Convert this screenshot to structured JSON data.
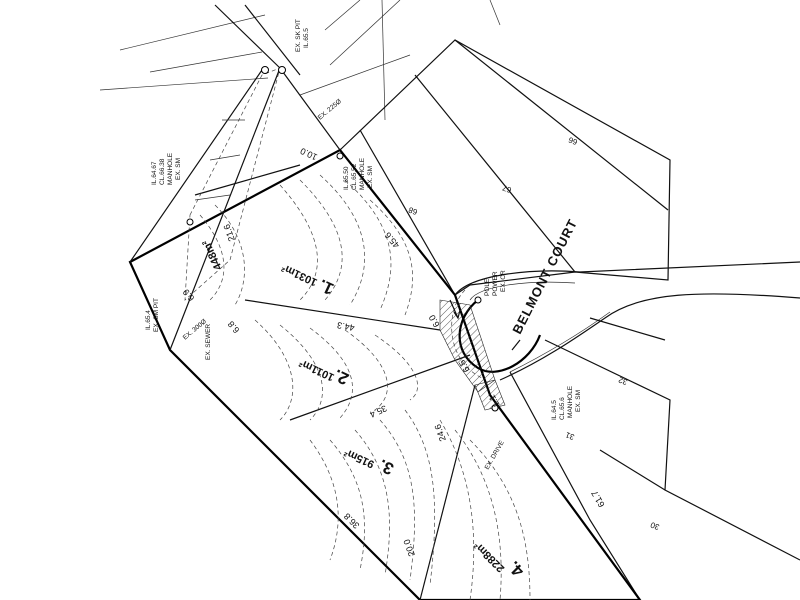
{
  "road_name": "BELMONT COURT",
  "lots": [
    {
      "number": "1.",
      "area": "1031m²"
    },
    {
      "number": "2.",
      "area": "1011m²"
    },
    {
      "number": "3.",
      "area": "915m²"
    },
    {
      "number": "4.",
      "area": "2288m²"
    }
  ],
  "easement_area": "448m²",
  "adjacent_lots": [
    "66",
    "67",
    "68",
    "32",
    "31",
    "30"
  ],
  "dimensions": {
    "d_10_0": "10.0",
    "d_45_6": "45.6",
    "d_44_3": "44.3",
    "d_35_4": "35.4",
    "d_36_8": "36.8",
    "d_6_0": "6.0",
    "d_61_7": "61.7",
    "d_24_6": "24.6",
    "d_20_0": "20.0",
    "d_6_8": "6.8",
    "d_6_5": "6.5",
    "d_1_1": "1.1",
    "d_21_6": "21.6",
    "d_6_9": "6.9"
  },
  "notes": {
    "sk_pit_top_1": "EX. SK PIT",
    "sk_pit_top_2": "IL.65.5",
    "ex_225": "EX. 225Ø",
    "mh_mid_1": "EX. SM",
    "mh_mid_2": "MANHOLE",
    "mh_mid_3": "CL.65.52",
    "mh_mid_4": "IL.65.50",
    "mh_left_1": "EX. SM",
    "mh_left_2": "MANHOLE",
    "mh_left_3": "CL.66.38",
    "mh_left_4": "IL.64.67",
    "sk_pit_left_1": "EX. SM PIT",
    "sk_pit_left_2": "IL.65.4",
    "ex_300": "EX. 300Ø",
    "sewer": "EX. SEWER",
    "mh_right_1": "EX. SM",
    "mh_right_2": "MANHOLE",
    "mh_right_3": "CL.65.6",
    "mh_right_4": "IL.64.5",
    "power_pole_1": "EX. CR",
    "power_pole_2": "POWER",
    "power_pole_3": "POLE",
    "driveway": "EX. DRIVE"
  }
}
